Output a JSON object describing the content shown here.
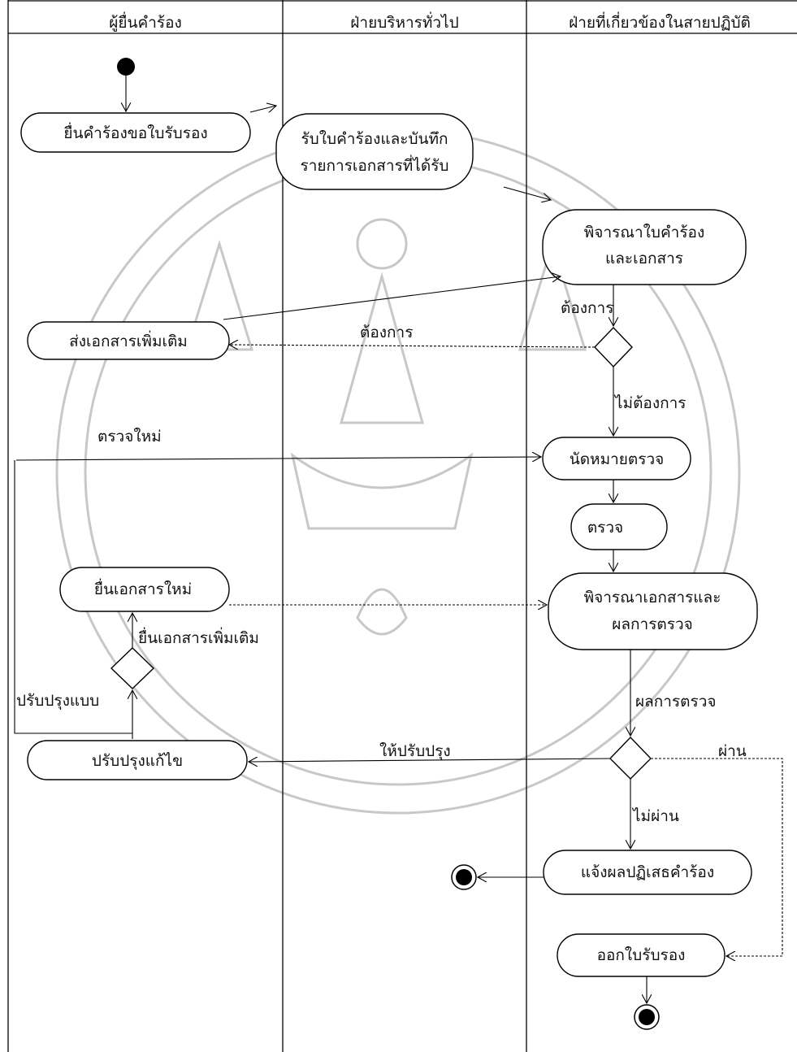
{
  "lanes": [
    {
      "title": "ผู้ยื่นคำร้อง"
    },
    {
      "title": "ฝ่ายบริหารทั่วไป"
    },
    {
      "title": "ฝ่ายที่เกี่ยวข้องในสายปฏิบัติ"
    }
  ],
  "activities": {
    "submit_request": {
      "label": "ยื่นคำร้องขอใบรับรอง"
    },
    "receive_record": {
      "line1": "รับใบคำร้องและบันทึก",
      "line2": "รายการเอกสารที่ได้รับ"
    },
    "review_request": {
      "line1": "พิจารณาใบคำร้อง",
      "line2": "และเอกสาร"
    },
    "send_more_docs": {
      "label": "ส่งเอกสารเพิ่มเติม"
    },
    "schedule_inspection": {
      "label": "นัดหมายตรวจ"
    },
    "inspect": {
      "label": "ตรวจ"
    },
    "submit_new_docs": {
      "label": "ยื่นเอกสารใหม่"
    },
    "review_results": {
      "line1": "พิจารณาเอกสารและ",
      "line2": "ผลการตรวจ"
    },
    "improve_fix": {
      "label": "ปรับปรุงแก้ไข"
    },
    "notify_rejection": {
      "label": "แจ้งผลปฏิเสธคำร้อง"
    },
    "issue_certificate": {
      "label": "ออกใบรับรอง"
    }
  },
  "guards": {
    "required_top": "ต้องการ",
    "required_left": "ต้องการ",
    "not_required": "ไม่ต้องการ",
    "reinspect": "ตรวจใหม่",
    "submit_additional_docs": "ยื่นเอกสารเพิ่มเติม",
    "improve_plan": "ปรับปรุงแบบ",
    "inspection_result": "ผลการตรวจ",
    "needs_improvement": "ให้ปรับปรุง",
    "pass": "ผ่าน",
    "fail": "ไม่ผ่าน"
  }
}
